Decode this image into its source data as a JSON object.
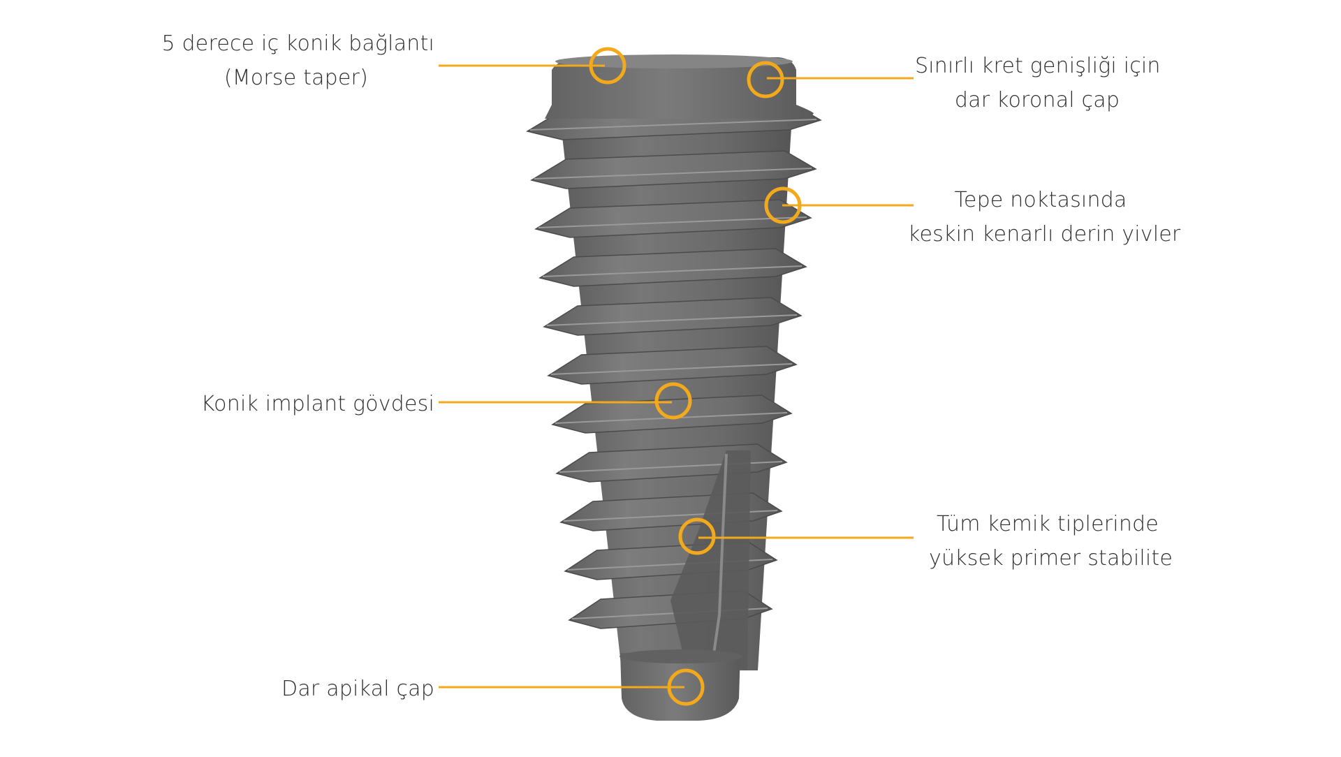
{
  "callouts": {
    "morse_taper": [
      "5 derece iç konik bağlantı",
      "(Morse taper)"
    ],
    "coronal_diameter": [
      "Sınırlı kret genişliği için",
      "dar koronal çap"
    ],
    "sharp_threads": [
      "Tepe noktasında",
      "keskin kenarlı derin yivler"
    ],
    "tapered_body": [
      "Konik implant gövdesi"
    ],
    "primary_stability": [
      "Tüm kemik tiplerinde",
      "yüksek primer stabilite"
    ],
    "apical_diameter": [
      "Dar apikal çap"
    ]
  },
  "colors": {
    "accent": "#f2a91c",
    "implant_body": "#6f6f6f",
    "implant_dark": "#4a4a4a",
    "implant_light": "#8c8c8c",
    "text": "#2e2e2e"
  }
}
